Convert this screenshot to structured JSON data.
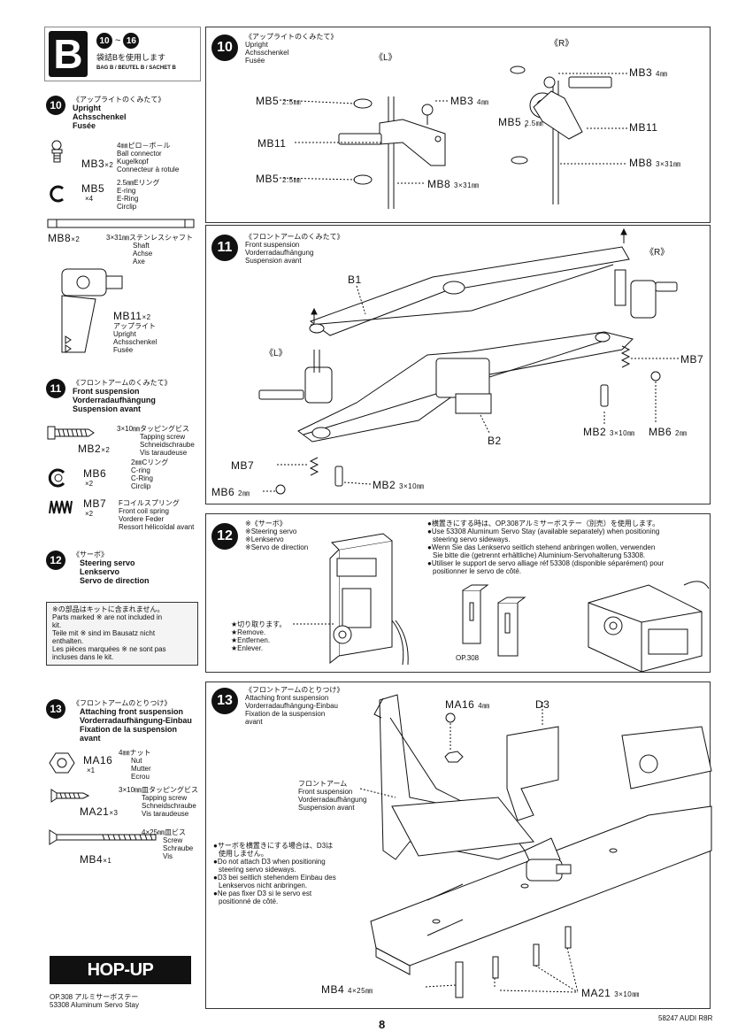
{
  "bag": {
    "letter": "B",
    "step_from": "10",
    "step_to": "16",
    "use_jp": "袋詰Bを使用します",
    "use_sub": "BAG B / BEUTEL B / SACHET B"
  },
  "sidebar": {
    "step10": {
      "num": "10",
      "title_jp": "《アップライトのくみたて》",
      "titles": [
        "Upright",
        "Achsschenkel",
        "Fusée"
      ],
      "parts": [
        {
          "code": "MB3",
          "qty": "×2",
          "desc": [
            "4㎜ピロ－ボ－ル",
            "Ball connector",
            "Kugelkopf",
            "Connecteur à rotule"
          ]
        },
        {
          "code": "MB5",
          "qty": "×4",
          "desc": [
            "2.5㎜Eリング",
            "E-ring",
            "E-Ring",
            "Circlip"
          ]
        },
        {
          "code": "MB8",
          "qty": "×2",
          "desc": [
            "3×31㎜ステンレスシャフト",
            "Shaft",
            "Achse",
            "Axe"
          ]
        },
        {
          "code": "MB11",
          "qty": "×2",
          "desc": [
            "アップライト",
            "Upright",
            "Achsschenkel",
            "Fusée"
          ]
        }
      ]
    },
    "step11": {
      "num": "11",
      "title_jp": "《フロントアームのくみたて》",
      "titles": [
        "Front suspension",
        "Vorderradaufhängung",
        "Suspension avant"
      ],
      "parts": [
        {
          "code": "MB2",
          "qty": "×2",
          "desc": [
            "3×10㎜タッピングビス",
            "Tapping screw",
            "Schneidschraube",
            "Vis taraudeuse"
          ]
        },
        {
          "code": "MB6",
          "qty": "×2",
          "desc": [
            "2㎜Cリング",
            "C-ring",
            "C-Ring",
            "Circlip"
          ]
        },
        {
          "code": "MB7",
          "qty": "×2",
          "desc": [
            "Fコイルスプリング",
            "Front coil spring",
            "Vordere Feder",
            "Ressort hélicoïdal avant"
          ]
        }
      ]
    },
    "step12": {
      "num": "12",
      "title_jp": "《サーボ》",
      "titles": [
        "Steering servo",
        "Lenkservo",
        "Servo de direction"
      ],
      "note": [
        "※の部品はキットに含まれません。",
        "Parts marked ※ are not included in",
        "kit.",
        "Teile mit ※ sind im Bausatz nicht",
        "enthalten.",
        "Les pièces marquées ※ ne sont pas",
        "incluses dans le kit."
      ]
    },
    "step13": {
      "num": "13",
      "title_jp": "《フロントアームのとりつけ》",
      "titles": [
        "Attaching front suspension",
        "Vorderradaufhängung-Einbau",
        "Fixation de la suspension",
        "avant"
      ],
      "parts": [
        {
          "code": "MA16",
          "qty": "×1",
          "desc": [
            "4㎜ナット",
            "Nut",
            "Mutter",
            "Ecrou"
          ]
        },
        {
          "code": "MA21",
          "qty": "×3",
          "desc": [
            "3×10㎜皿タッピングビス",
            "Tapping screw",
            "Schneidschraube",
            "Vis taraudeuse"
          ]
        },
        {
          "code": "MB4",
          "qty": "×1",
          "desc": [
            "4×25㎜皿ビス",
            "Screw",
            "Schraube",
            "Vis"
          ]
        }
      ]
    },
    "hopup": {
      "title": "HOP-UP OPTIONS",
      "lines": [
        "OP.308  アルミサーボステー",
        "53308 Aluminum Servo Stay"
      ]
    }
  },
  "panel10": {
    "num": "10",
    "title_jp": "《アップライトのくみたて》",
    "titles": [
      "Upright",
      "Achsschenkel",
      "Fusée"
    ],
    "side_L": "《L》",
    "side_R": "《R》",
    "labels": {
      "mb3": "MB3",
      "mb3_size": "4㎜",
      "mb5": "MB5",
      "mb5_size": "2.5㎜",
      "mb11": "MB11",
      "mb8": "MB8",
      "mb8_size": "3×31㎜"
    }
  },
  "panel11": {
    "num": "11",
    "title_jp": "《フロントアームのくみたて》",
    "titles": [
      "Front suspension",
      "Vorderradaufhängung",
      "Suspension avant"
    ],
    "side_L": "《L》",
    "side_R": "《R》",
    "labels": {
      "b1": "B1",
      "b2": "B2",
      "mb7": "MB7",
      "mb2": "MB2",
      "mb2_size": "3×10㎜",
      "mb6": "MB6",
      "mb6_size": "2㎜"
    }
  },
  "panel12": {
    "num": "12",
    "title_jp": "※《サーボ》",
    "titles": [
      "※Steering servo",
      "※Lenkservo",
      "※Servo de direction"
    ],
    "cut": [
      "★切り取ります。",
      "★Remove.",
      "★Entfernen.",
      "★Enlever."
    ],
    "info": [
      "●横置きにする時は、OP.308アルミサーボステー（別売）を使用します。",
      "●Use 53308 Aluminum Servo Stay (available separately) when positioning",
      "steering servo sideways.",
      "●Wenn Sie das Lenkservo seitlich stehend anbringen wollen, verwenden",
      "Sie bitte die (getrennt erhältliche) Aluminium-Servohalterung 53308.",
      "●Utiliser le support de servo alliage réf 53308 (disponible séparément) pour",
      "positionner le servo de côté."
    ],
    "op": "OP.308"
  },
  "panel13": {
    "num": "13",
    "title_jp": "《フロントアームのとりつけ》",
    "titles": [
      "Attaching front suspension",
      "Vorderradaufhängung-Einbau",
      "Fixation de la suspension",
      "avant"
    ],
    "arm_label": [
      "フロントアーム",
      "Front suspension",
      "Vorderradaufhängung",
      "Suspension avant"
    ],
    "note": [
      "●サーボを横置きにする場合は、D3は",
      "使用しません。",
      "●Do not attach D3 when positioning",
      "steering servo sideways.",
      "●D3 bei seitlich stehendem Einbau des",
      "Lenkservos nicht anbringen.",
      "●Ne pas fixer D3 si le servo est",
      "positionné de côté."
    ],
    "labels": {
      "ma16": "MA16",
      "ma16_size": "4㎜",
      "d3": "D3",
      "mb4": "MB4",
      "mb4_size": "4×25㎜",
      "ma21": "MA21",
      "ma21_size": "3×10㎜"
    }
  },
  "footer": {
    "model": "58247 AUDI R8R",
    "page": "8"
  }
}
